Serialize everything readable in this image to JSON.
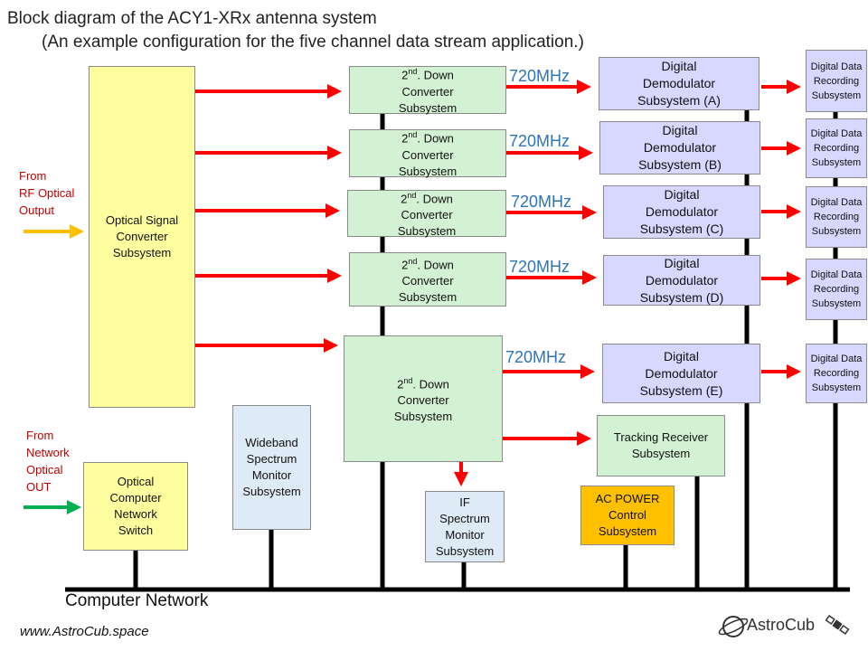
{
  "title": {
    "line1": "Block diagram of the ACY1-XRx antenna system",
    "line2": "(An example configuration for the five channel data stream application.)"
  },
  "inputs": {
    "rf": "From\nRF Optical\nOutput",
    "network": "From\nNetwork\nOptical\nOUT"
  },
  "blocks": {
    "optical_signal_converter": "Optical Signal\nConverter\nSubsystem",
    "optical_network_switch": "Optical\nComputer\nNetwork\nSwitch",
    "wideband_spectrum_monitor": "Wideband\nSpectrum\nMonitor\nSubsystem",
    "if_spectrum_monitor": "IF\nSpectrum\nMonitor\nSubsystem",
    "tracking_receiver": "Tracking Receiver\nSubsystem",
    "ac_power": "AC POWER\nControl\nSubsystem"
  },
  "down_converter": {
    "ordinal": "2",
    "superscript": "nd",
    "rest_line1": ". Down",
    "line2": "Converter",
    "line3": "Subsystem"
  },
  "channels": [
    {
      "freq": "720MHz",
      "demod": "Digital\nDemodulator\nSubsystem (A)",
      "recorder": "Digital Data\nRecording\nSubsystem"
    },
    {
      "freq": "720MHz",
      "demod": "Digital\nDemodulator\nSubsystem (B)",
      "recorder": "Digital Data\nRecording\nSubsystem"
    },
    {
      "freq": "720MHz",
      "demod": "Digital\nDemodulator\nSubsystem (C)",
      "recorder": "Digital Data\nRecording\nSubsystem"
    },
    {
      "freq": "720MHz",
      "demod": "Digital\nDemodulator\nSubsystem (D)",
      "recorder": "Digital Data\nRecording\nSubsystem"
    },
    {
      "freq": "720MHz",
      "demod": "Digital\nDemodulator\nSubsystem (E)",
      "recorder": "Digital Data\nRecording\nSubsystem"
    }
  ],
  "network_label": "Computer Network",
  "footer": "www.AstroCub.space",
  "logo": "AstroCub",
  "colors": {
    "signal_arrow": "#ff0000",
    "rf_input_arrow": "#ffc000",
    "network_input_arrow": "#00b050",
    "bus": "#000000",
    "frequency_text": "#2e75b6",
    "input_label_text": "#c00000"
  }
}
